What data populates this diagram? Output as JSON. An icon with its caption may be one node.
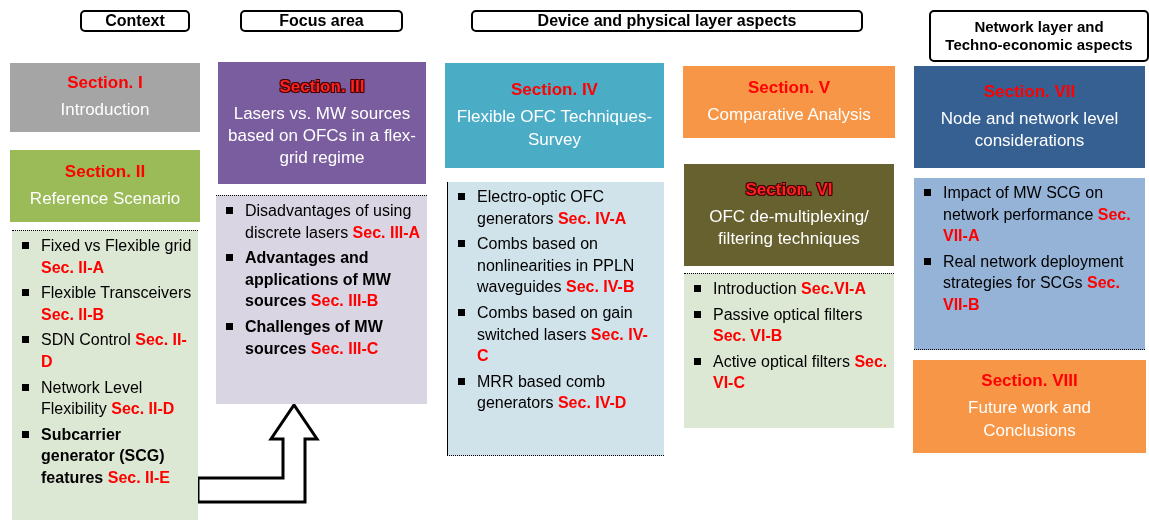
{
  "diagram": {
    "nodes": [
      {
        "text": [
          "Context"
        ]
      },
      {
        "text": [
          "Focus area"
        ]
      },
      {
        "text": [
          "Device and physical layer aspects"
        ]
      },
      {
        "text": [
          "Network layer and Techno-economic aspects"
        ]
      },
      {
        "text": [
          "Section. I",
          "Introduction"
        ]
      },
      {
        "text": [
          "Section. II",
          "Reference Scenario"
        ]
      },
      {
        "text": [
          "Fixed vs Flexible grid",
          "Sec. II-A",
          "Flexible Transceivers",
          "Sec. II-B",
          "SDN Control",
          "Sec. II-D",
          "Network Level Flexibility",
          "Sec. II-D",
          "**Subcarrier generator (SCG) features**",
          "Sec. II-E"
        ]
      },
      {
        "text": [
          "Section. III",
          "Lasers vs. MW sources based on OFCs in a flex-grid regime"
        ]
      },
      {
        "text": [
          "Disadvantages of using discrete lasers",
          "Sec. III-A",
          "**Advantages and applications of MW sources**",
          "Sec. III-B",
          "**Challenges of MW sources**",
          "Sec. III-C"
        ]
      },
      {
        "text": [
          "Section. IV",
          "Flexible OFC Techniques- Survey"
        ]
      },
      {
        "text": [
          "Electro-optic OFC generators",
          "Sec. IV-A",
          "Combs based on nonlinearities in PPLN waveguides",
          "Sec. IV-B",
          "Combs based on gain switched lasers",
          "Sec. IV-C",
          "MRR based comb generators",
          "Sec. IV-D"
        ]
      },
      {
        "text": [
          "Section. V",
          "Comparative Analysis"
        ]
      },
      {
        "text": [
          "Section. VI",
          "OFC de-multiplexing/ filtering techniques"
        ]
      },
      {
        "text": [
          "Introduction",
          "Sec.VI-A",
          "Passive optical filters",
          "Sec. VI-B",
          "Active optical filters",
          "Sec. VI-C"
        ]
      },
      {
        "text": [
          "Section. VII",
          "Node and network level considerations"
        ]
      },
      {
        "text": [
          "Impact of MW SCG on network performance",
          "Sec. VII-A",
          "Real network deployment strategies for SCGs",
          "Sec. VII-B"
        ]
      },
      {
        "text": [
          "Section. VIII",
          "Future work and Conclusions"
        ]
      }
    ],
    "edges": [
      {
        "from": 6,
        "to": 8,
        "arrow": "to"
      }
    ]
  }
}
